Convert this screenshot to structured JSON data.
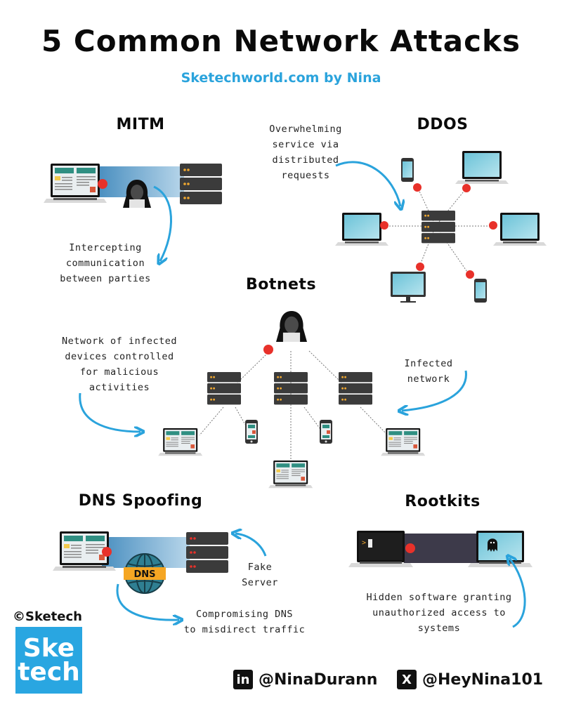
{
  "header": {
    "title": "5 Common Network Attacks",
    "subtitle": "Sketechworld.com by Nina"
  },
  "sections": {
    "mitm": {
      "title": "MITM",
      "note": "Intercepting\ncommunication\nbetween parties"
    },
    "ddos": {
      "title": "DDOS",
      "note": "Overwhelming\nservice via\ndistributed\nrequests"
    },
    "botnets": {
      "title": "Botnets",
      "note_left": "Network of infected\ndevices controlled\nfor malicious\nactivities",
      "note_right": "Infected\nnetwork"
    },
    "dns_spoofing": {
      "title": "DNS Spoofing",
      "dns_label": "DNS",
      "note_server": "Fake\nServer",
      "note_bottom": "Compromising DNS\nto misdirect traffic"
    },
    "rootkits": {
      "title": "Rootkits",
      "terminal_prompt": ">",
      "note": "Hidden software granting\nunauthorized access to\nsystems"
    }
  },
  "footer": {
    "copyright": "©Sketech",
    "logo_line1": "Ske",
    "logo_line2": "tech",
    "linkedin_icon_text": "in",
    "linkedin_handle": "@NinaDurann",
    "x_icon_text": "X",
    "x_handle": "@HeyNina101"
  },
  "colors": {
    "accent_blue": "#2aa3dc",
    "attack_red": "#e8312a",
    "server_dark": "#3b3b3b",
    "server_led": "#f0a830",
    "fake_led": "#e8312a",
    "dns_orange": "#f5a623",
    "screen_cyan": "#8fd3e3",
    "logo_blue": "#29a6e1"
  }
}
